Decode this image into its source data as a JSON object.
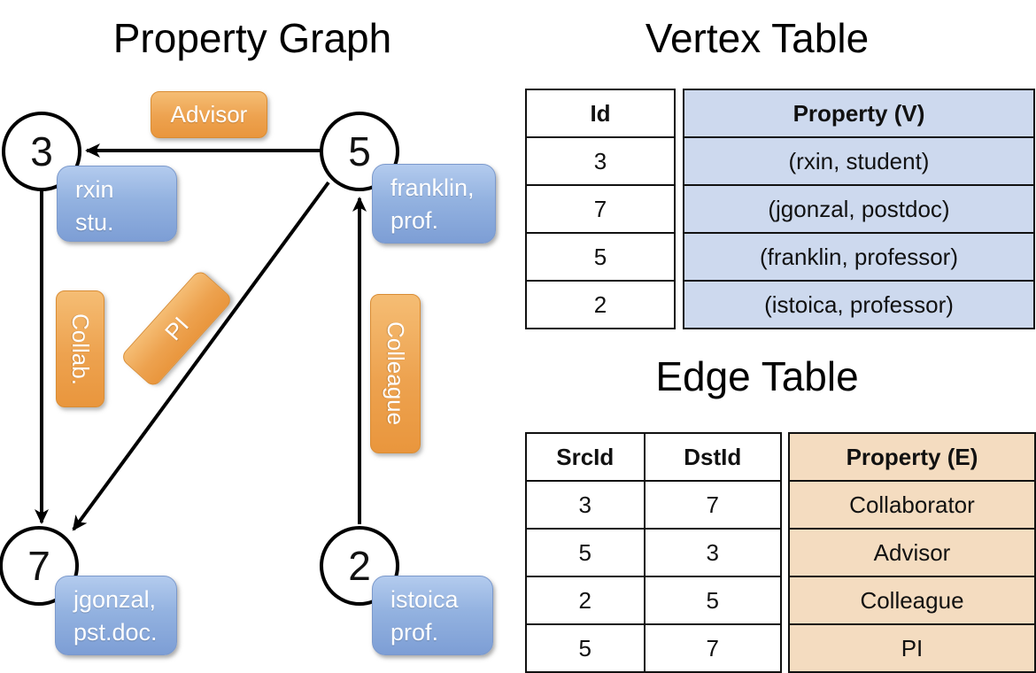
{
  "graph": {
    "title": "Property Graph",
    "nodes": [
      {
        "id": "3",
        "line1": "rxin",
        "line2": "stu."
      },
      {
        "id": "5",
        "line1": "franklin,",
        "line2": "prof."
      },
      {
        "id": "7",
        "line1": "jgonzal,",
        "line2": "pst.doc."
      },
      {
        "id": "2",
        "line1": "istoica",
        "line2": "prof."
      }
    ],
    "edges": [
      {
        "src": "5",
        "dst": "3",
        "label": "Advisor"
      },
      {
        "src": "3",
        "dst": "7",
        "label": "Collab."
      },
      {
        "src": "5",
        "dst": "7",
        "label": "PI"
      },
      {
        "src": "2",
        "dst": "5",
        "label": "Colleague"
      }
    ]
  },
  "vertex_table": {
    "title": "Vertex Table",
    "columns": [
      "Id",
      "Property (V)"
    ],
    "rows": [
      [
        "3",
        "(rxin, student)"
      ],
      [
        "7",
        "(jgonzal, postdoc)"
      ],
      [
        "5",
        "(franklin, professor)"
      ],
      [
        "2",
        "(istoica, professor)"
      ]
    ]
  },
  "edge_table": {
    "title": "Edge Table",
    "columns": [
      "SrcId",
      "DstId",
      "Property (E)"
    ],
    "rows": [
      [
        "3",
        "7",
        "Collaborator"
      ],
      [
        "5",
        "3",
        "Advisor"
      ],
      [
        "2",
        "5",
        "Colleague"
      ],
      [
        "5",
        "7",
        "PI"
      ]
    ]
  },
  "colors": {
    "vertex_property_bg": "#cdd9ee",
    "edge_property_bg": "#f4dcc0",
    "node_box_blue": "#8fafdd",
    "edge_label_orange": "#eda24f",
    "line_black": "#000000"
  }
}
